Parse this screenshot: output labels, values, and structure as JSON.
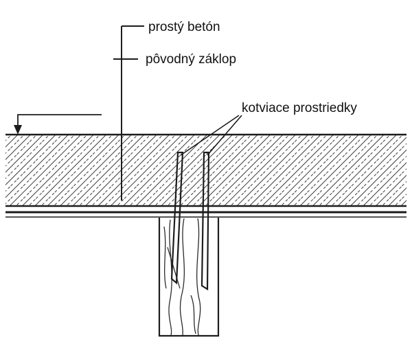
{
  "diagram": {
    "kind": "construction-detail",
    "labels": {
      "plain_concrete": "prostý betón",
      "original_decking": "pôvodný záklop",
      "anchoring_devices": "kotviace prostriedky"
    },
    "colors": {
      "line": "#1c1c1c",
      "hatch": "#3a3a3a",
      "background": "#ffffff",
      "text": "#111111"
    }
  }
}
